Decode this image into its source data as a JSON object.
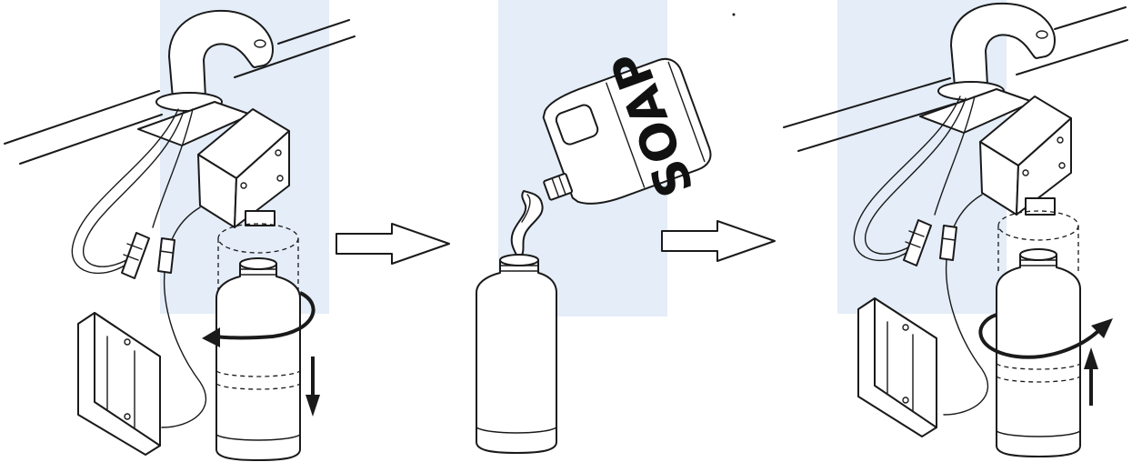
{
  "colors": {
    "panel_background": "#e4edf8",
    "line": "#1a1a1a",
    "fill": "#ffffff"
  },
  "steps": [
    {
      "name": "remove-bottle",
      "motion": [
        "counterclockwise-rotation-arrow",
        "down-arrow"
      ]
    },
    {
      "name": "fill-bottle",
      "container_label": "SOAP"
    },
    {
      "name": "reinstall-bottle",
      "motion": [
        "clockwise-rotation-arrow",
        "up-arrow"
      ]
    }
  ],
  "connectors": [
    "arrow-right",
    "arrow-right"
  ]
}
